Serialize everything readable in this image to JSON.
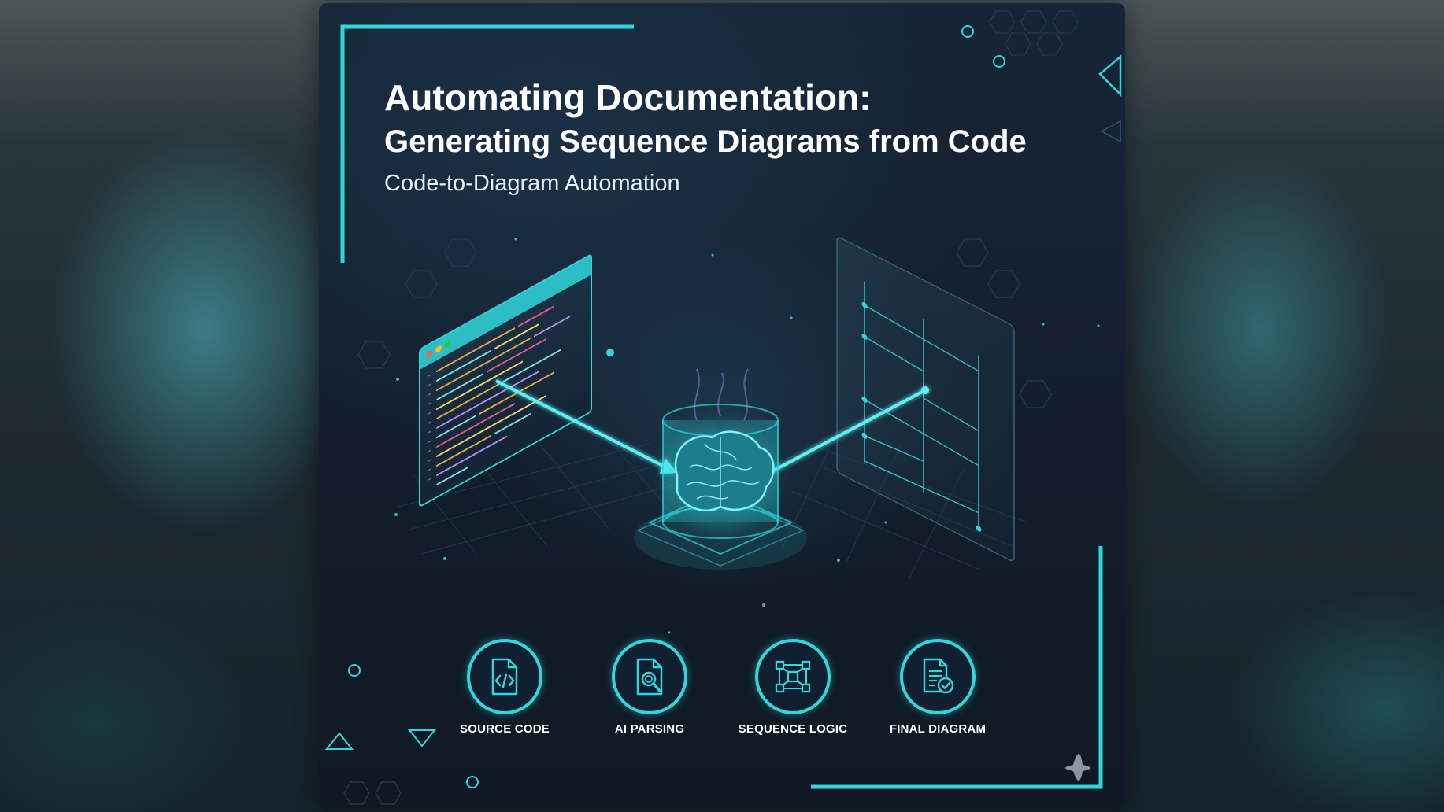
{
  "title": {
    "line1": "Automating Documentation:",
    "line2": "Generating Sequence Diagrams from Code",
    "subtitle": "Code-to-Diagram Automation"
  },
  "steps": [
    {
      "label": "SOURCE CODE",
      "icon": "code-file-icon"
    },
    {
      "label": "AI PARSING",
      "icon": "document-search-icon"
    },
    {
      "label": "SEQUENCE LOGIC",
      "icon": "node-network-icon"
    },
    {
      "label": "FINAL DIAGRAM",
      "icon": "document-check-icon"
    }
  ],
  "colors": {
    "accent": "#2fd6dc",
    "background": "#131f2d",
    "title": "#ffffff"
  }
}
